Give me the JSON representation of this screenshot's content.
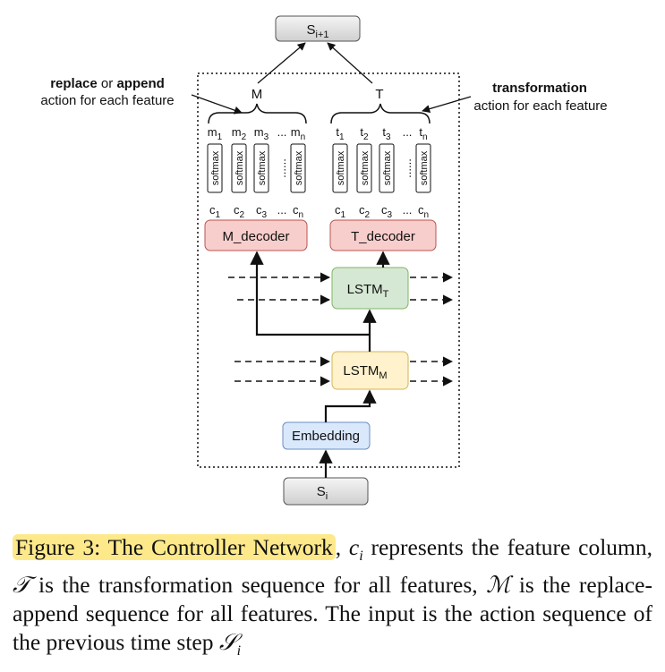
{
  "diagram": {
    "top_state": {
      "base": "S",
      "sub": "i+1"
    },
    "bottom_state": {
      "base": "S",
      "sub": "i"
    },
    "m_label": "M",
    "t_label": "T",
    "left_annotation": {
      "bold1": "replace",
      "mid": " or ",
      "bold2": "append",
      "line2": "action for each feature"
    },
    "right_annotation": {
      "bold": "transformation",
      "line2": "action for each feature"
    },
    "m_items": [
      {
        "base": "m",
        "sub": "1"
      },
      {
        "base": "m",
        "sub": "2"
      },
      {
        "base": "m",
        "sub": "3"
      },
      {
        "base": "...",
        "sub": ""
      },
      {
        "base": "m",
        "sub": "n"
      }
    ],
    "t_items": [
      {
        "base": "t",
        "sub": "1"
      },
      {
        "base": "t",
        "sub": "2"
      },
      {
        "base": "t",
        "sub": "3"
      },
      {
        "base": "...",
        "sub": ""
      },
      {
        "base": "t",
        "sub": "n"
      }
    ],
    "c_items": [
      {
        "base": "c",
        "sub": "1"
      },
      {
        "base": "c",
        "sub": "2"
      },
      {
        "base": "c",
        "sub": "3"
      },
      {
        "base": "...",
        "sub": ""
      },
      {
        "base": "c",
        "sub": "n"
      }
    ],
    "softmax_label": "softmax",
    "ellipsis_vertical": "......",
    "m_decoder": "M_decoder",
    "t_decoder": "T_decoder",
    "lstm_t": {
      "base": "LSTM",
      "sub": "T"
    },
    "lstm_m": {
      "base": "LSTM",
      "sub": "M"
    },
    "embedding": "Embedding",
    "colors": {
      "decoder_fill": "#f8cecc",
      "decoder_stroke": "#b85450",
      "lstm_t_fill": "#d5e8d4",
      "lstm_t_stroke": "#82b366",
      "lstm_m_fill": "#fff2cc",
      "lstm_m_stroke": "#d6b656",
      "embed_fill": "#dae8fc",
      "embed_stroke": "#6c8ebf",
      "state_fill": "#e6e6e6",
      "highlight": "#fde98a"
    }
  },
  "caption": {
    "highlight": "Figure 3: The Controller Network",
    "p1": ", ",
    "ci_base": "c",
    "ci_sub": "i",
    "p2": " represents the feature column, ",
    "T_sym": "𝒯",
    "p3": " is the transformation sequence for all features, ",
    "M_sym": "ℳ",
    "p4": " is the replace-append sequence for all features. The input is the action sequence of the previous time step ",
    "S_sym": "𝒮",
    "S_sub": "i"
  }
}
